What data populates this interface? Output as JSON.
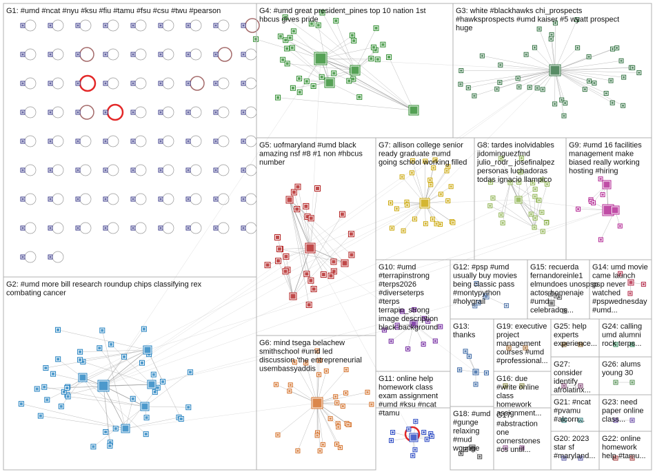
{
  "graph": {
    "groups": [
      {
        "id": "G1",
        "label_lines": [
          "G1: #umd #ncat #nyu #ksu #fiu #tamu #fsu #csu #twu #pearson"
        ]
      },
      {
        "id": "G2",
        "label_lines": [
          "G2: #umd more bill research roundup chips classifying rex",
          "combating cancer"
        ]
      },
      {
        "id": "G3",
        "label_lines": [
          "G3: white #blackhawks chi_prospects",
          "#hawksprospects #umd kaiser #5 wyatt prospect",
          "huge"
        ]
      },
      {
        "id": "G4",
        "label_lines": [
          "G4: #umd great president_pines top 10 nation 1st",
          "hbcus gives pride"
        ]
      },
      {
        "id": "G5",
        "label_lines": [
          "G5: uofmaryland #umd black",
          "amazing nsf #8 #1 non #hbcus",
          "number"
        ]
      },
      {
        "id": "G6",
        "label_lines": [
          "G6: mind tsega belachew",
          "smithschool #umd led",
          "discussion 'the entrepreneurial",
          "usembassyaddis"
        ]
      },
      {
        "id": "G7",
        "label_lines": [
          "G7: allison college senior",
          "ready graduate #umd",
          "going school working filled"
        ]
      },
      {
        "id": "G8",
        "label_lines": [
          "G8: tardes inolvidables",
          "jidominguezfmd",
          "julio_rodr_ josefinalpez",
          "personas luchadoras",
          "todas ignacio llampico"
        ]
      },
      {
        "id": "G9",
        "label_lines": [
          "G9: #umd 16 facilities",
          "management make",
          "biased really working",
          "hosting #hiring"
        ]
      },
      {
        "id": "G10",
        "label_lines": [
          "G10: #umd",
          "#terrapinstrong",
          "#terps2026",
          "#diverseterps",
          "#terps",
          "terrapin_strong",
          "image description",
          "black background"
        ]
      },
      {
        "id": "G11",
        "label_lines": [
          "G11: online help",
          "homework class",
          "exam assignment",
          "#umd #ksu #ncat",
          "#tamu"
        ]
      },
      {
        "id": "G12",
        "label_lines": [
          "G12: #psp #umd",
          "usually buy movies",
          "being classic pass",
          "#montypython",
          "#holygrail"
        ]
      },
      {
        "id": "G13",
        "label_lines": [
          "G13:",
          "thanks"
        ]
      },
      {
        "id": "G14",
        "label_lines": [
          "G14: umd movie",
          "came launch",
          "psp never",
          "watched",
          "#pspwednesday",
          "#umd..."
        ]
      },
      {
        "id": "G15",
        "label_lines": [
          "G15: recuerda",
          "fernandoreinle1",
          "elmundoes unospsp",
          "actos homenaje",
          "#umd",
          "celebrados..."
        ]
      },
      {
        "id": "G16",
        "label_lines": [
          "G16: due",
          "#write online",
          "class",
          "homework",
          "assignment..."
        ]
      },
      {
        "id": "G17",
        "label_lines": [
          "G17:",
          "#abstraction",
          "one",
          "cornerstones",
          "#cs until..."
        ]
      },
      {
        "id": "G18",
        "label_lines": [
          "G18: #umd",
          "#gunge",
          "relaxing",
          "#mud",
          "wgunge"
        ]
      },
      {
        "id": "G19",
        "label_lines": [
          "G19: executive",
          "project",
          "management",
          "courses #umd",
          "#professional..."
        ]
      },
      {
        "id": "G20",
        "label_lines": [
          "G20: 2023",
          "star sf",
          "#maryland..."
        ]
      },
      {
        "id": "G21",
        "label_lines": [
          "G21: #ncat",
          "#pvamu",
          "#alcorn..."
        ]
      },
      {
        "id": "G22",
        "label_lines": [
          "G22: online",
          "homework",
          "help #tamu..."
        ]
      },
      {
        "id": "G23",
        "label_lines": [
          "G23: need",
          "paper online",
          "class..."
        ]
      },
      {
        "id": "G24",
        "label_lines": [
          "G24: calling",
          "umd alumni",
          "rock terps..."
        ]
      },
      {
        "id": "G25",
        "label_lines": [
          "G25: help",
          "experts",
          "experience..."
        ]
      },
      {
        "id": "G26",
        "label_lines": [
          "G26: alums",
          "young 30"
        ]
      },
      {
        "id": "G27",
        "label_lines": [
          "G27:",
          "consider",
          "identify",
          "afrolatinx..."
        ]
      }
    ]
  }
}
